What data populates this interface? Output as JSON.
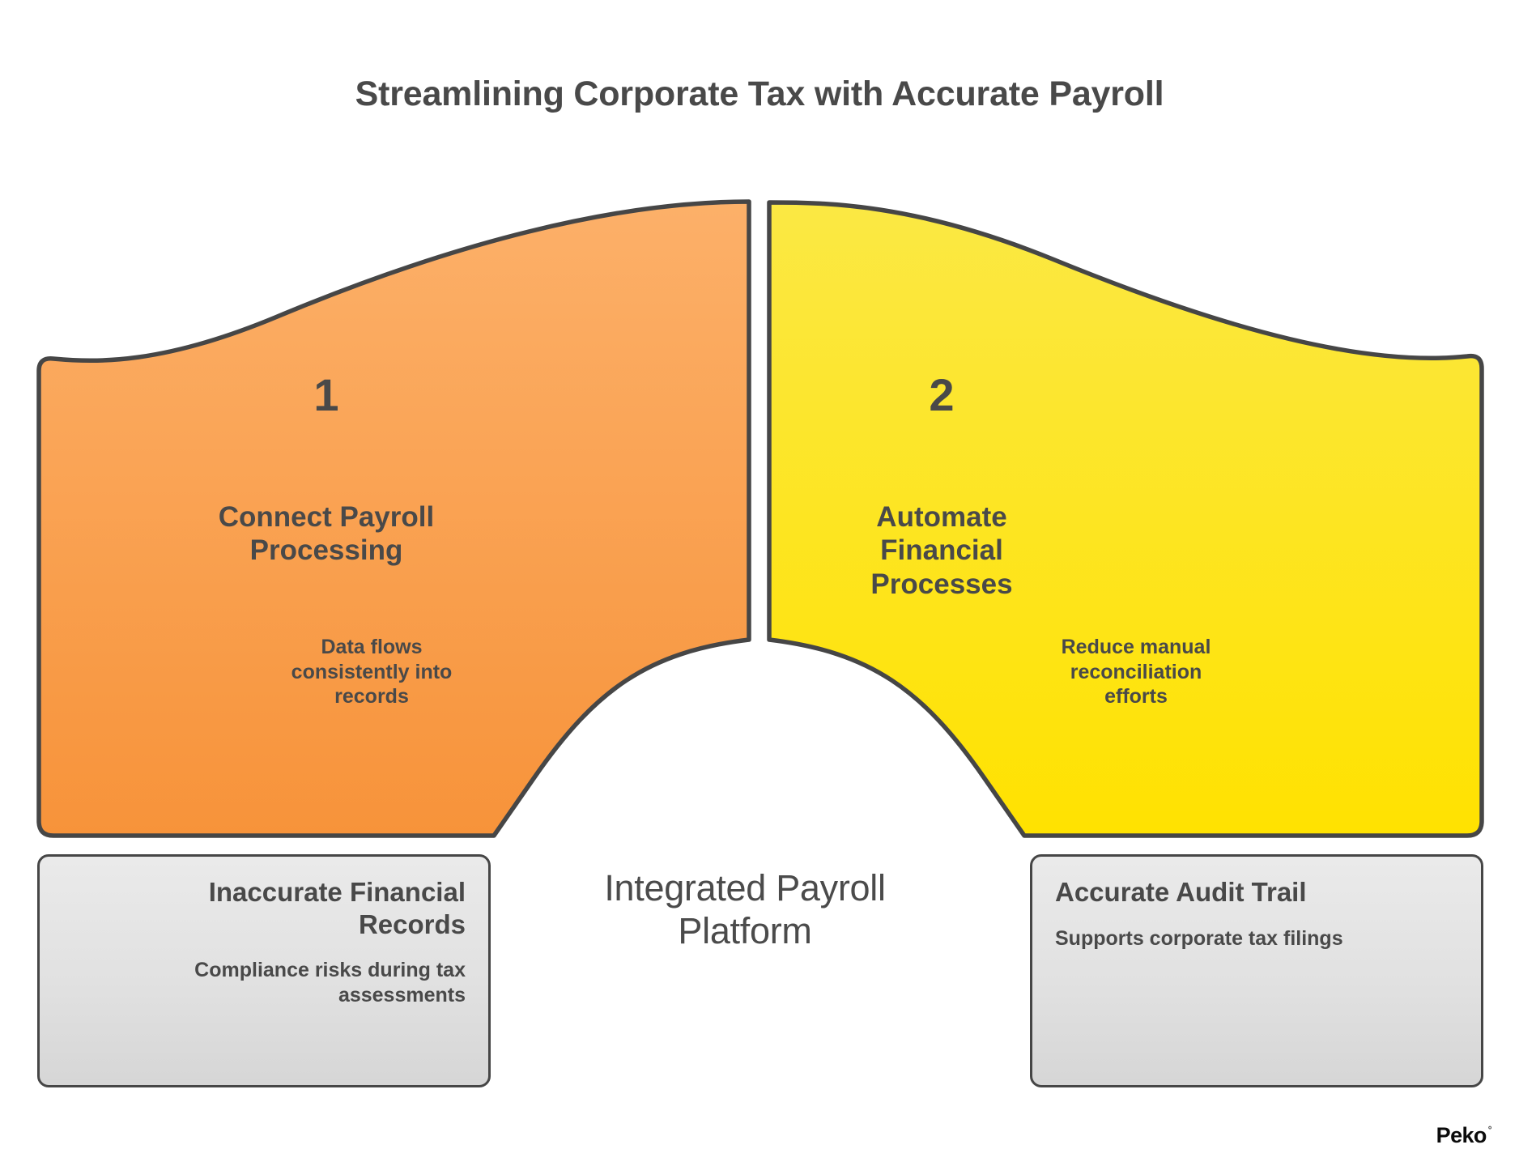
{
  "title": "Streamlining Corporate Tax with Accurate Payroll",
  "center_label": "Integrated Payroll Platform",
  "steps": [
    {
      "number": "1",
      "title": "Connect Payroll Processing",
      "subtitle": "Data flows consistently into records",
      "color_top": "#FCB069",
      "color_bottom": "#F7933A"
    },
    {
      "number": "2",
      "title": "Automate Financial Processes",
      "subtitle": "Reduce manual reconciliation efforts",
      "color_top": "#FBE844",
      "color_bottom": "#FFE200"
    }
  ],
  "cards": [
    {
      "title": "Inaccurate Financial Records",
      "subtitle": "Compliance risks during tax assessments"
    },
    {
      "title": "Accurate Audit Trail",
      "subtitle": "Supports corporate tax filings"
    }
  ],
  "brand": {
    "name": "Peko",
    "mark": "°"
  },
  "colors": {
    "text": "#494949",
    "stroke": "#464646",
    "card_fill": "#E3E3E3",
    "background": "#FFFFFF"
  }
}
